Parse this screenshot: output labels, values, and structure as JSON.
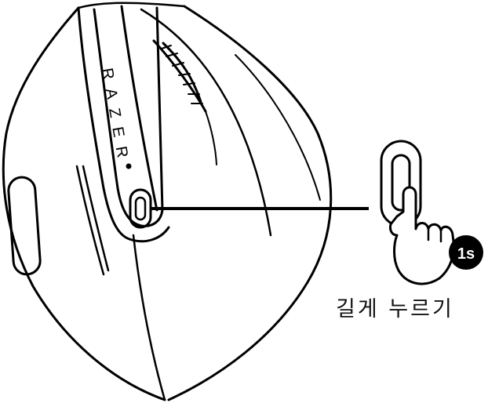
{
  "brand_text": "RAZER",
  "badge_text": "1s",
  "caption": "길게 누르기",
  "colors": {
    "line": "#000000",
    "background": "#ffffff",
    "badge": "#000000",
    "badge_text": "#ffffff"
  },
  "icons": [
    "mouse-illustration",
    "press-button-icon",
    "finger-press-icon"
  ]
}
